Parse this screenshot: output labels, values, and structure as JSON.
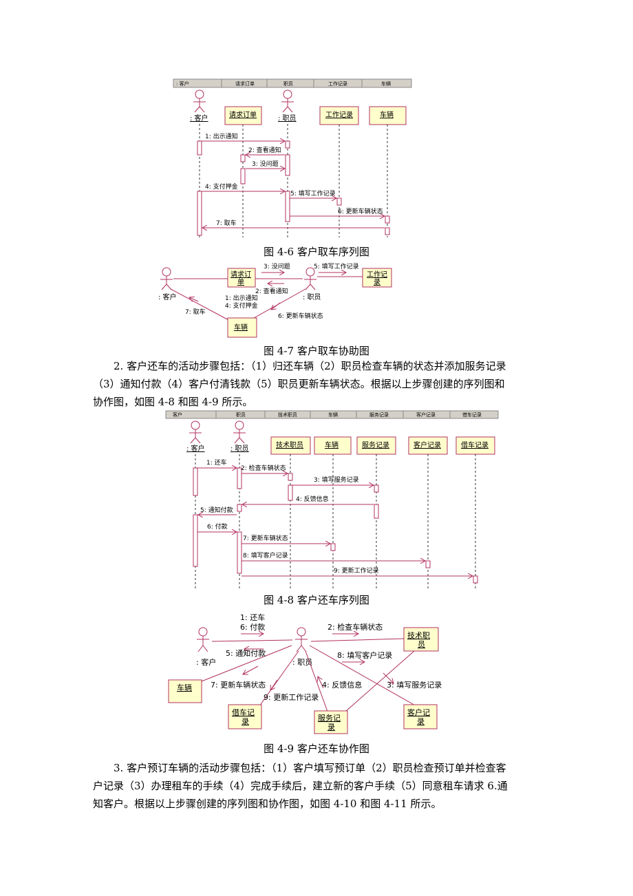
{
  "fig46": {
    "header": [
      ": 客户",
      "请求订单",
      "职员",
      "工作记录",
      "车辆"
    ],
    "actors": [
      ": 客户",
      ": 职员"
    ],
    "objects": [
      "请求订单",
      "工作记录",
      "车辆"
    ],
    "messages": [
      "1: 出示通知",
      "2: 查看通知",
      "3: 没问题",
      "4: 支付押金",
      "5: 填写工作记录",
      "6: 更新车辆状态",
      "7: 取车"
    ],
    "caption": "图 4-6  客户取车序列图"
  },
  "fig47": {
    "actors": [
      ": 客户",
      ": 职员"
    ],
    "obj_order_1": "请求订",
    "obj_order_2": "单",
    "obj_work_1": "工作记",
    "obj_work_2": "录",
    "obj_car": "车辆",
    "messages": [
      "3: 没问题",
      "5: 填写工作记录",
      "2: 查看通知",
      "1: 出示通知",
      "4: 支付押金",
      "7: 取车",
      "6: 更新车辆状态"
    ],
    "caption": "图 4-7  客户取车协助图"
  },
  "para2": {
    "line1": "2. 客户还车的活动步骤包括：（1）归还车辆（2）职员检查车辆的状态并添加服务记录",
    "line2": "（3）通知付款（4）客户付清钱款（5）职员更新车辆状态。根据以上步骤创建的序列图和",
    "line3": "协作图，如图 4-8 和图 4-9 所示。"
  },
  "fig48": {
    "header": [
      "客户",
      "职员",
      "技术职员",
      "车辆",
      "服务记录",
      "客户记录",
      "借车记录"
    ],
    "actors": [
      ": 客户",
      ": 职员"
    ],
    "objects": [
      "技术职员",
      "车辆",
      "服务记录",
      "客户记录",
      "借车记录"
    ],
    "messages": [
      "1: 还车",
      "2: 检查车辆状态",
      "3: 填写服务记录",
      "4: 反馈信息",
      "5: 通知付款",
      "6: 付款",
      "7: 更新车辆状态",
      "8: 填写客户记录",
      "9: 更新工作记录"
    ],
    "caption": "图 4-8  客户还车序列图"
  },
  "fig49": {
    "actors": [
      ": 客户",
      ": 职员"
    ],
    "obj_tech_1": "技术职",
    "obj_tech_2": "员",
    "obj_car": "车辆",
    "obj_borrow_1": "借车记",
    "obj_borrow_2": "录",
    "obj_service_1": "服务记",
    "obj_service_2": "录",
    "obj_customer_1": "客户记",
    "obj_customer_2": "录",
    "messages": [
      "1: 还车",
      "6: 付款",
      "2: 检查车辆状态",
      "5: 通知付款",
      "8: 填写客户记录",
      "7: 更新车辆状态",
      "4: 反馈信息",
      "3: 填写服务记录",
      "9: 更新工作记录"
    ],
    "caption": "图 4-9  客户还车协作图"
  },
  "para3": {
    "line1": "3. 客户预订车辆的活动步骤包括：（1）客户填写预订单（2）职员检查预订单并检查客",
    "line2": "户记录（3）办理租车的手续（4）完成手续后，建立新的客户手续（5）同意租车请求 6.通",
    "line3": "知客户。根据以上步骤创建的序列图和协作图，如图 4-10 和图 4-11 所示。"
  },
  "colors": {
    "line": "#b03060",
    "box_fill": "#ffffcc",
    "box_stroke": "#b03060",
    "actor": "#b03060"
  }
}
